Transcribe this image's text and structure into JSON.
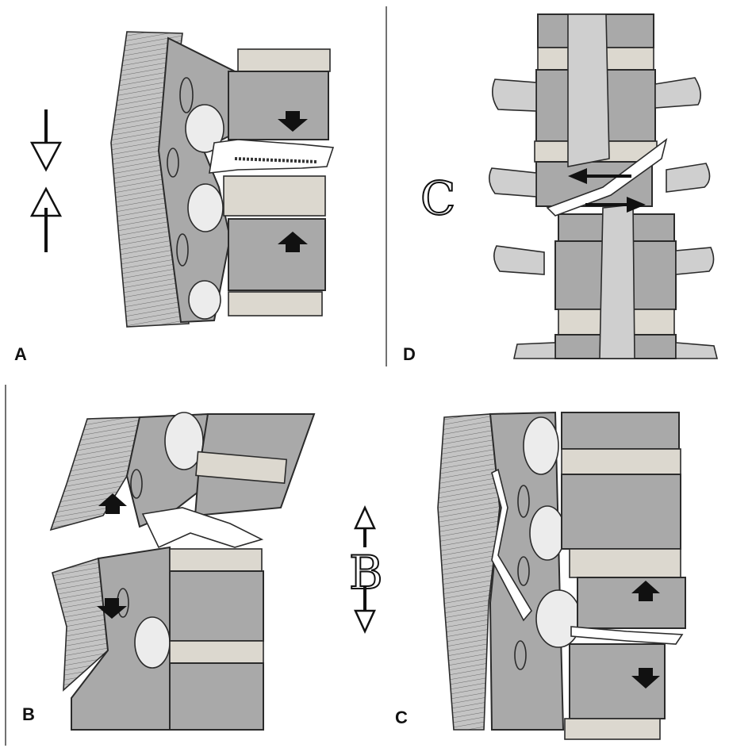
{
  "panels": {
    "top_left": {
      "label": "A"
    },
    "top_right": {
      "label": "D",
      "glyph": "C"
    },
    "bottom_left": {
      "label": "B"
    },
    "bottom_right": {
      "label": "C",
      "glyph": "B"
    }
  },
  "colors": {
    "bone": "#a9a9a9",
    "bone_light": "#cfcfcf",
    "disc": "#dcd8cf",
    "outline": "#2b2b2b",
    "arrow": "#111111"
  }
}
